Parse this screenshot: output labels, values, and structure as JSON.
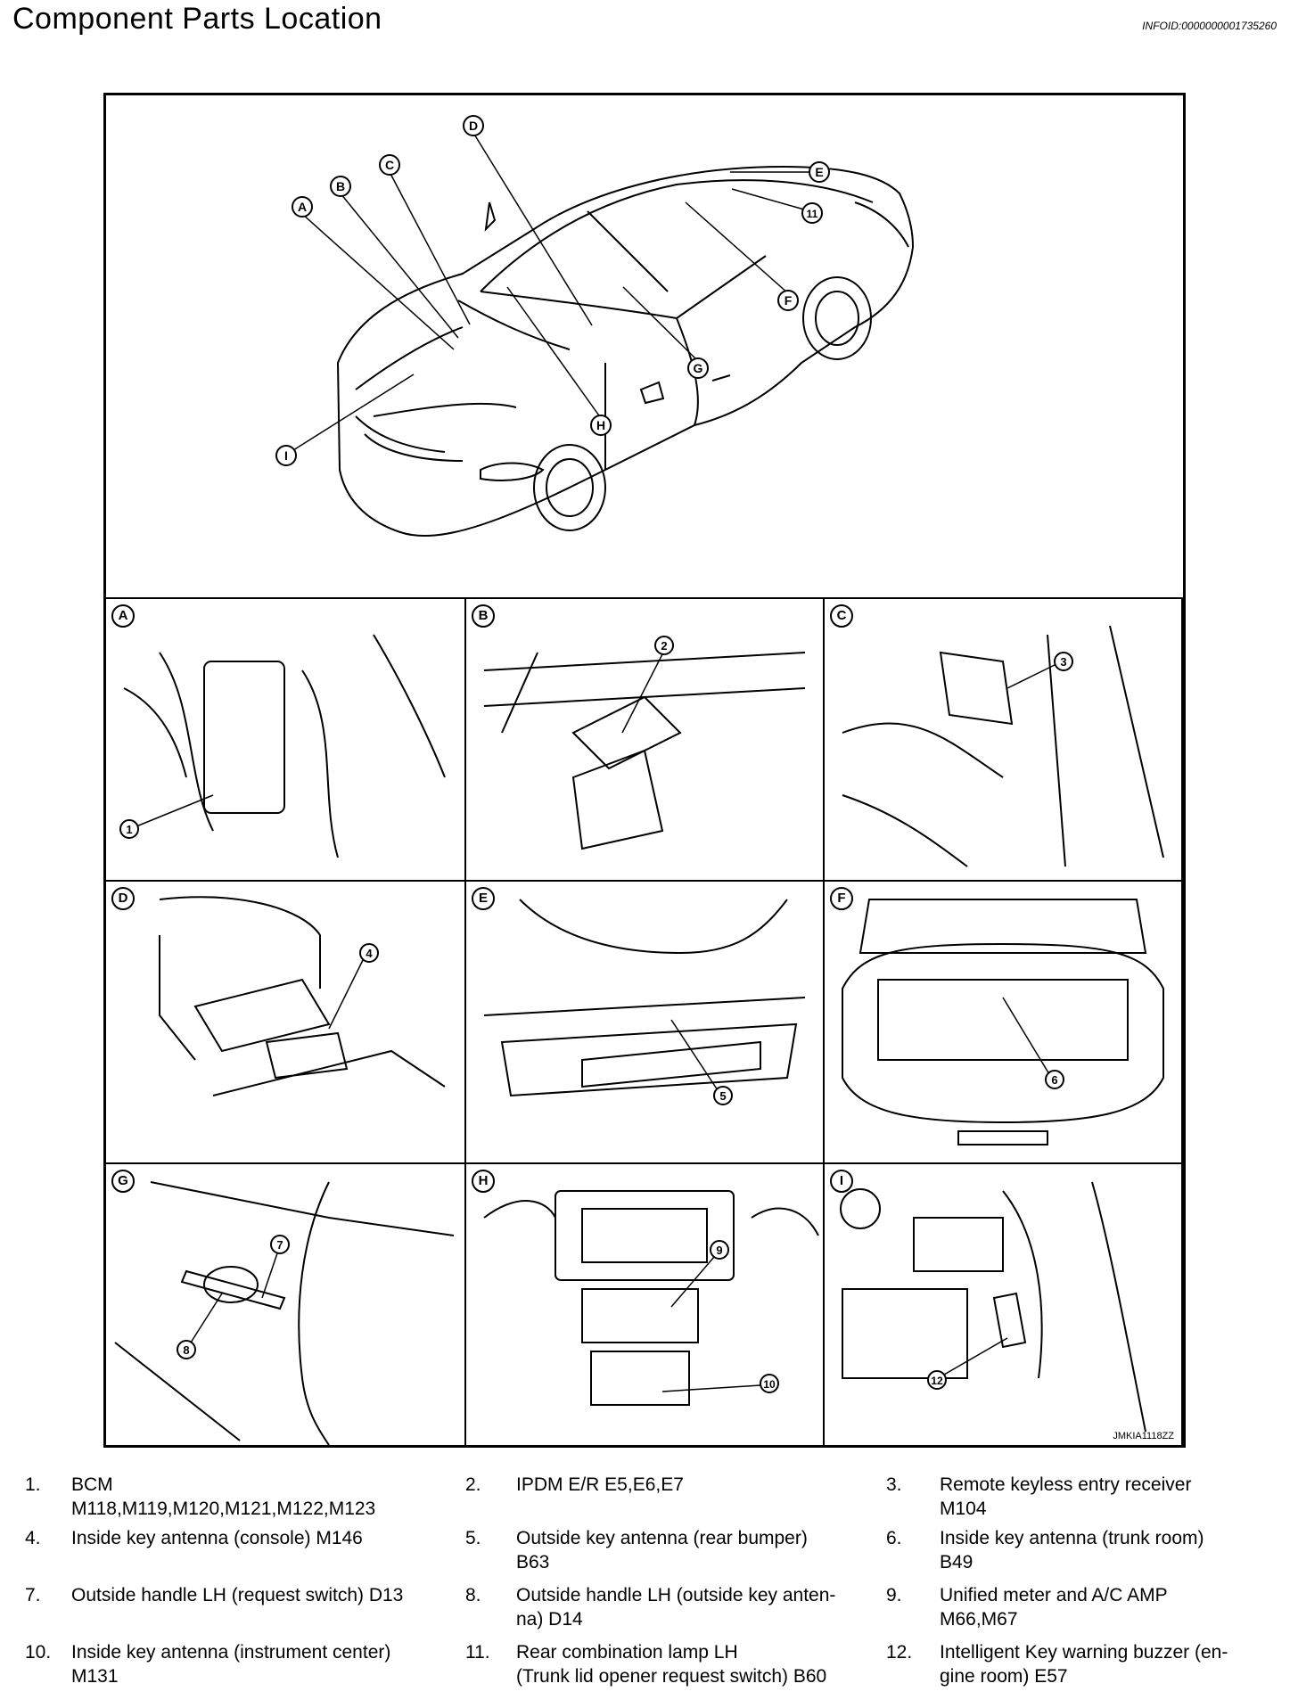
{
  "header": {
    "title": "Component Parts Location",
    "info_id": "INFOID:0000000001735260"
  },
  "figure": {
    "code": "JMKIA1118ZZ",
    "overview_callouts": [
      "A",
      "B",
      "C",
      "D",
      "E",
      "F",
      "G",
      "H",
      "I",
      "11"
    ],
    "panels": [
      {
        "label": "A",
        "callout": "1"
      },
      {
        "label": "B",
        "callout": "2"
      },
      {
        "label": "C",
        "callout": "3"
      },
      {
        "label": "D",
        "callout": "4"
      },
      {
        "label": "E",
        "callout": "5"
      },
      {
        "label": "F",
        "callout": "6"
      },
      {
        "label": "G",
        "callout": "7",
        "callout2": "8"
      },
      {
        "label": "H",
        "callout": "9",
        "callout2": "10"
      },
      {
        "label": "I",
        "callout": "12"
      }
    ]
  },
  "legend": [
    {
      "num": "1.",
      "text": "BCM\nM118,M119,M120,M121,M122,M123"
    },
    {
      "num": "2.",
      "text": "IPDM E/R E5,E6,E7"
    },
    {
      "num": "3.",
      "text": "Remote keyless entry receiver\nM104"
    },
    {
      "num": "4.",
      "text": "Inside key antenna (console) M146"
    },
    {
      "num": "5.",
      "text": "Outside key antenna (rear bumper)\nB63"
    },
    {
      "num": "6.",
      "text": "Inside key antenna (trunk room)\nB49"
    },
    {
      "num": "7.",
      "text": "Outside handle LH (request switch) D13"
    },
    {
      "num": "8.",
      "text": "Outside handle LH (outside key anten-\nna) D14"
    },
    {
      "num": "9.",
      "text": "Unified meter and A/C AMP\nM66,M67"
    },
    {
      "num": "10.",
      "text": "Inside key antenna (instrument center)\nM131"
    },
    {
      "num": "11.",
      "text": "Rear combination lamp LH\n(Trunk lid opener request switch) B60"
    },
    {
      "num": "12.",
      "text": "Intelligent Key warning buzzer (en-\ngine room) E57"
    }
  ]
}
